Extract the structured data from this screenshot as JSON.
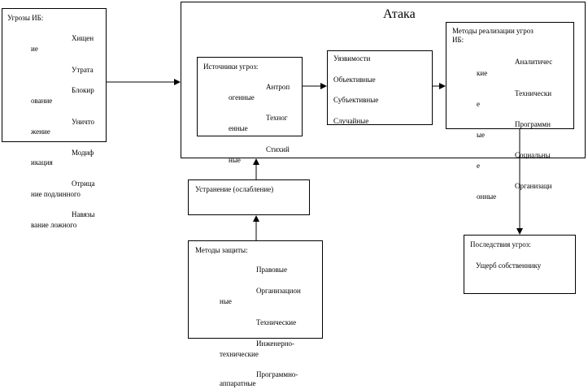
{
  "threats": {
    "title": "Угрозы ИБ:",
    "items": [
      [
        "Хищен",
        "ие"
      ],
      [
        "Утрата",
        ""
      ],
      [
        "Блокир",
        "ование"
      ],
      [
        "Уничто",
        "жение"
      ],
      [
        "Модиф",
        "икация"
      ],
      [
        "Отрица",
        "ние подлинного"
      ],
      [
        "Навязы",
        "вание ложного"
      ]
    ]
  },
  "attack": {
    "title": "Атака"
  },
  "sources": {
    "title": "Источники угроз:",
    "items": [
      [
        "Антроп",
        "огенные"
      ],
      [
        "Техног",
        "енные"
      ],
      [
        "Стихий",
        "ные"
      ]
    ]
  },
  "vulnerabilities": {
    "title": "Уязвимости",
    "items": [
      "Объективные",
      "Субъективные",
      "Случайные"
    ]
  },
  "methods": {
    "title_line1": "Методы реализации угроз",
    "title_line2": "ИБ:",
    "items": [
      [
        "Аналитичес",
        "кие"
      ],
      [
        "Технически",
        "е"
      ],
      [
        "Программн",
        "ые"
      ],
      [
        "Социальны",
        "е"
      ],
      [
        "Организаци",
        "онные"
      ]
    ]
  },
  "elimination": {
    "title": "Устранение (ослабление)"
  },
  "protection": {
    "title": "Методы защиты:",
    "items": [
      [
        "Правовые",
        ""
      ],
      [
        "Организацион",
        "ные"
      ],
      [
        "Технические",
        ""
      ],
      [
        "Инженерно-",
        "технические"
      ],
      [
        "Программно-",
        "аппаратные"
      ]
    ]
  },
  "consequences": {
    "title": "Последствия угроз:",
    "item": "Ущерб собственнику"
  }
}
